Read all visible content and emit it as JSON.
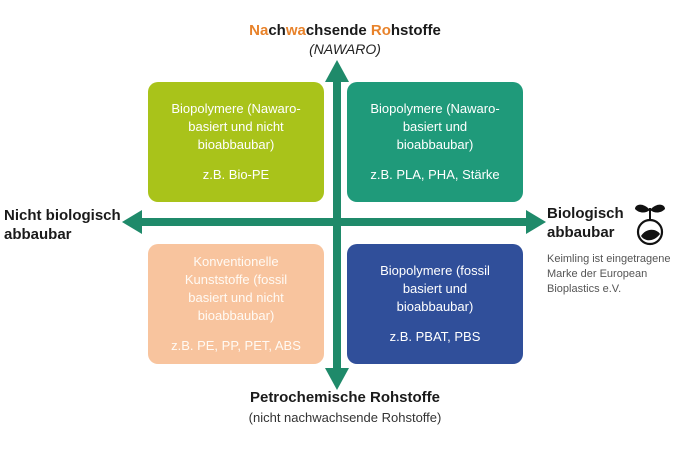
{
  "axes": {
    "top_label_parts": [
      {
        "text": "Na",
        "hl": true
      },
      {
        "text": "ch",
        "hl": false
      },
      {
        "text": "wa",
        "hl": true
      },
      {
        "text": "chsende ",
        "hl": false
      },
      {
        "text": "Ro",
        "hl": true
      },
      {
        "text": "hstoffe",
        "hl": false
      }
    ],
    "top_sub": "(NAWARO)",
    "bottom_label": "Petrochemische Rohstoffe",
    "bottom_sub": "(nicht nachwachsende Rohstoffe)",
    "left_label_line1": "Nicht biologisch",
    "left_label_line2": "abbaubar",
    "right_label_line1": "Biologisch",
    "right_label_line2": "abbaubar"
  },
  "note": {
    "line1": "Keimling ist eingetragene",
    "line2": "Marke der European",
    "line3": "Bioplastics e.V."
  },
  "quadrants": {
    "top_left": {
      "desc": "Biopolymere (Nawaro-\nbasiert und nicht\nbioabbaubar)",
      "example": "z.B. Bio-PE"
    },
    "top_right": {
      "desc": "Biopolymere (Nawaro-\nbasiert und\nbioabbaubar)",
      "example": "z.B. PLA, PHA, Stärke"
    },
    "bottom_left": {
      "desc": "Konventionelle\nKunststoffe (fossil\nbasiert und nicht\nbioabbaubar)",
      "example": "z.B. PE, PP, PET, ABS"
    },
    "bottom_right": {
      "desc": "Biopolymere (fossil\nbasiert und\nbioabbaubar)",
      "example": "z.B. PBAT, PBS"
    }
  },
  "colors": {
    "axis": "#1f8a6a",
    "top_left": "#a9c31a",
    "top_right": "#1f9a7a",
    "bottom_left": "#f8c49e",
    "bottom_right": "#304f9a",
    "highlight": "#e8822a"
  }
}
